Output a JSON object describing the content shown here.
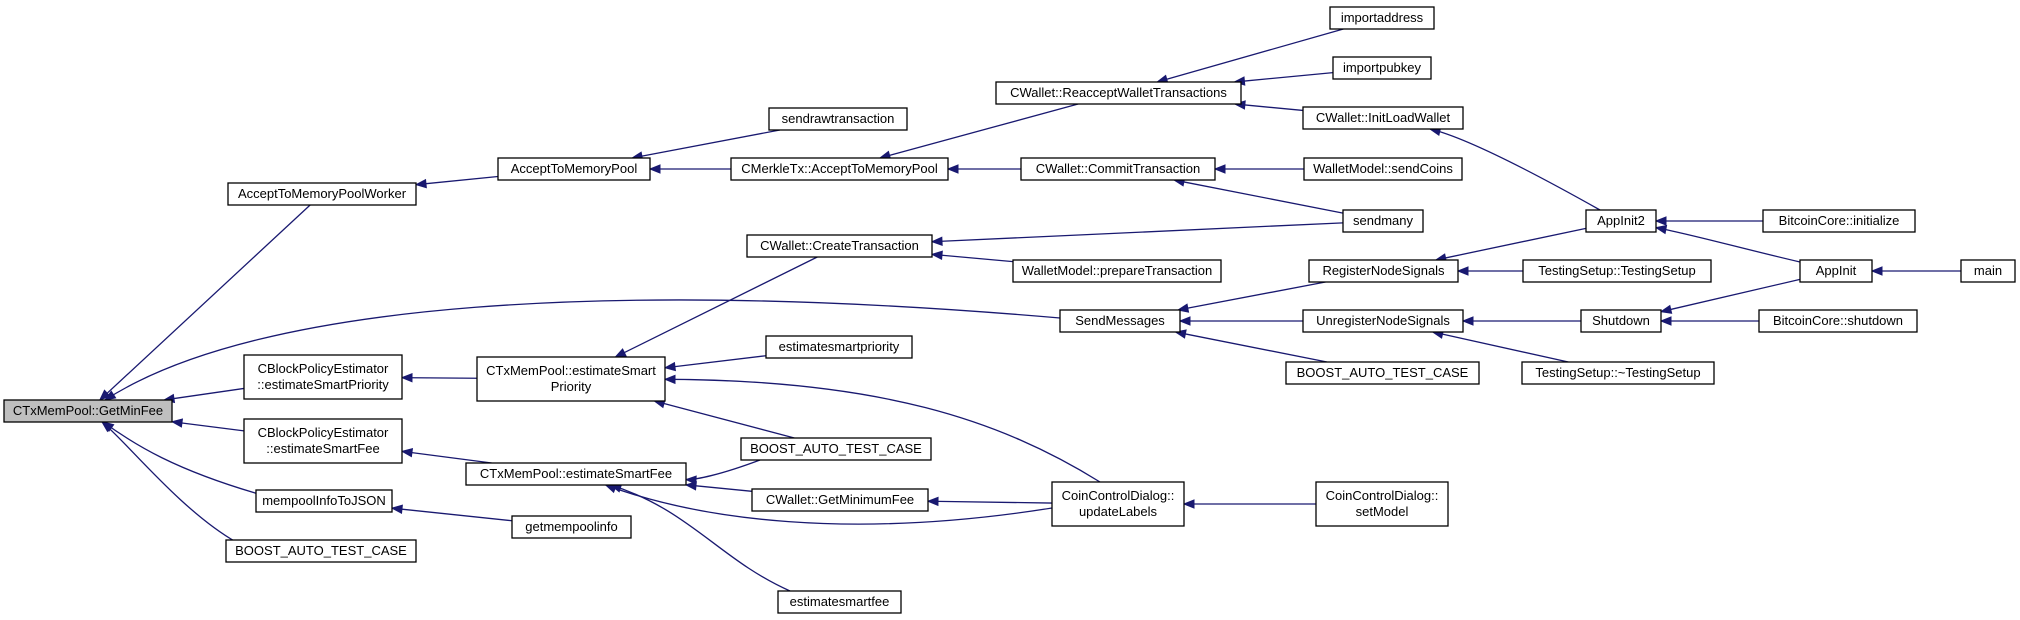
{
  "graph": {
    "edge_color": "#191970",
    "root_fill": "#bfbfbf",
    "nodes": [
      {
        "id": "root",
        "lines": [
          "CTxMemPool::GetMinFee"
        ]
      },
      {
        "id": "atmpw",
        "lines": [
          "AcceptToMemoryPoolWorker"
        ]
      },
      {
        "id": "cbpe_prio",
        "lines": [
          "CBlockPolicyEstimator",
          "::estimateSmartPriority"
        ]
      },
      {
        "id": "cbpe_fee",
        "lines": [
          "CBlockPolicyEstimator",
          "::estimateSmartFee"
        ]
      },
      {
        "id": "mempooljson",
        "lines": [
          "mempoolInfoToJSON"
        ]
      },
      {
        "id": "boost1",
        "lines": [
          "BOOST_AUTO_TEST_CASE"
        ]
      },
      {
        "id": "atmp",
        "lines": [
          "AcceptToMemoryPool"
        ]
      },
      {
        "id": "ctx_prio",
        "lines": [
          "CTxMemPool::estimateSmart",
          "Priority"
        ]
      },
      {
        "id": "ctx_fee",
        "lines": [
          "CTxMemPool::estimateSmartFee"
        ]
      },
      {
        "id": "getmempoolinfo",
        "lines": [
          "getmempoolinfo"
        ]
      },
      {
        "id": "sendraw",
        "lines": [
          "sendrawtransaction"
        ]
      },
      {
        "id": "cmerkle",
        "lines": [
          "CMerkleTx::AcceptToMemoryPool"
        ]
      },
      {
        "id": "createtx",
        "lines": [
          "CWallet::CreateTransaction"
        ]
      },
      {
        "id": "estprio",
        "lines": [
          "estimatesmartpriority"
        ]
      },
      {
        "id": "boost2",
        "lines": [
          "BOOST_AUTO_TEST_CASE"
        ]
      },
      {
        "id": "getminfee",
        "lines": [
          "CWallet::GetMinimumFee"
        ]
      },
      {
        "id": "estfee",
        "lines": [
          "estimatesmartfee"
        ]
      },
      {
        "id": "reaccept",
        "lines": [
          "CWallet::ReacceptWalletTransactions"
        ]
      },
      {
        "id": "commit",
        "lines": [
          "CWallet::CommitTransaction"
        ]
      },
      {
        "id": "preparetx",
        "lines": [
          "WalletModel::prepareTransaction"
        ]
      },
      {
        "id": "sendmessages",
        "lines": [
          "SendMessages"
        ]
      },
      {
        "id": "ccd_update",
        "lines": [
          "CoinControlDialog::",
          "updateLabels"
        ]
      },
      {
        "id": "importaddress",
        "lines": [
          "importaddress"
        ]
      },
      {
        "id": "importpubkey",
        "lines": [
          "importpubkey"
        ]
      },
      {
        "id": "initload",
        "lines": [
          "CWallet::InitLoadWallet"
        ]
      },
      {
        "id": "sendcoins",
        "lines": [
          "WalletModel::sendCoins"
        ]
      },
      {
        "id": "sendmany",
        "lines": [
          "sendmany"
        ]
      },
      {
        "id": "regsignals",
        "lines": [
          "RegisterNodeSignals"
        ]
      },
      {
        "id": "unregsignals",
        "lines": [
          "UnregisterNodeSignals"
        ]
      },
      {
        "id": "boost3",
        "lines": [
          "BOOST_AUTO_TEST_CASE"
        ]
      },
      {
        "id": "ccd_setmodel",
        "lines": [
          "CoinControlDialog::",
          "setModel"
        ]
      },
      {
        "id": "appinit2",
        "lines": [
          "AppInit2"
        ]
      },
      {
        "id": "ts_ctor",
        "lines": [
          "TestingSetup::TestingSetup"
        ]
      },
      {
        "id": "shutdown",
        "lines": [
          "Shutdown"
        ]
      },
      {
        "id": "ts_dtor",
        "lines": [
          "TestingSetup::~TestingSetup"
        ]
      },
      {
        "id": "bc_init",
        "lines": [
          "BitcoinCore::initialize"
        ]
      },
      {
        "id": "appinit",
        "lines": [
          "AppInit"
        ]
      },
      {
        "id": "bc_shutdown",
        "lines": [
          "BitcoinCore::shutdown"
        ]
      },
      {
        "id": "main",
        "lines": [
          "main"
        ]
      }
    ],
    "edges": [
      [
        "atmpw",
        "root"
      ],
      [
        "cbpe_prio",
        "root"
      ],
      [
        "cbpe_fee",
        "root"
      ],
      [
        "mempooljson",
        "root"
      ],
      [
        "boost1",
        "root"
      ],
      [
        "sendmessages",
        "root"
      ],
      [
        "atmp",
        "atmpw"
      ],
      [
        "ctx_prio",
        "cbpe_prio"
      ],
      [
        "ctx_fee",
        "cbpe_fee"
      ],
      [
        "getmempoolinfo",
        "mempooljson"
      ],
      [
        "sendraw",
        "atmp"
      ],
      [
        "cmerkle",
        "atmp"
      ],
      [
        "createtx",
        "ctx_prio"
      ],
      [
        "estprio",
        "ctx_prio"
      ],
      [
        "boost2",
        "ctx_prio"
      ],
      [
        "ccd_update",
        "ctx_prio"
      ],
      [
        "boost2",
        "ctx_fee"
      ],
      [
        "getminfee",
        "ctx_fee"
      ],
      [
        "estfee",
        "ctx_fee"
      ],
      [
        "ccd_update",
        "ctx_fee"
      ],
      [
        "reaccept",
        "cmerkle"
      ],
      [
        "commit",
        "cmerkle"
      ],
      [
        "sendmany",
        "createtx"
      ],
      [
        "preparetx",
        "createtx"
      ],
      [
        "ccd_update",
        "getminfee"
      ],
      [
        "ccd_setmodel",
        "ccd_update"
      ],
      [
        "importaddress",
        "reaccept"
      ],
      [
        "importpubkey",
        "reaccept"
      ],
      [
        "initload",
        "reaccept"
      ],
      [
        "sendcoins",
        "commit"
      ],
      [
        "sendmany",
        "commit"
      ],
      [
        "appinit2",
        "initload"
      ],
      [
        "regsignals",
        "sendmessages"
      ],
      [
        "unregsignals",
        "sendmessages"
      ],
      [
        "boost3",
        "sendmessages"
      ],
      [
        "appinit2",
        "regsignals"
      ],
      [
        "ts_ctor",
        "regsignals"
      ],
      [
        "shutdown",
        "unregsignals"
      ],
      [
        "ts_dtor",
        "unregsignals"
      ],
      [
        "bc_init",
        "appinit2"
      ],
      [
        "appinit",
        "appinit2"
      ],
      [
        "appinit",
        "shutdown"
      ],
      [
        "bc_shutdown",
        "shutdown"
      ],
      [
        "main",
        "appinit"
      ]
    ]
  }
}
